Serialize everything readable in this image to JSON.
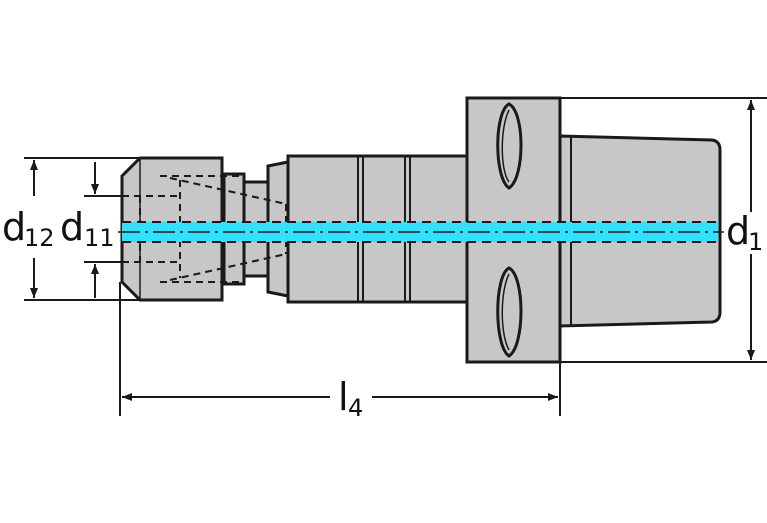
{
  "colors": {
    "body": "#c7c7c7",
    "outline": "#1a1a1a",
    "coolant": "#33e0ff",
    "background": "#ffffff"
  },
  "dimensions": {
    "d12": {
      "base": "d",
      "sub": "12"
    },
    "d11": {
      "base": "d",
      "sub": "11"
    },
    "d1": {
      "base": "d",
      "sub": "1"
    },
    "l4": {
      "base": "l",
      "sub": "4"
    }
  }
}
